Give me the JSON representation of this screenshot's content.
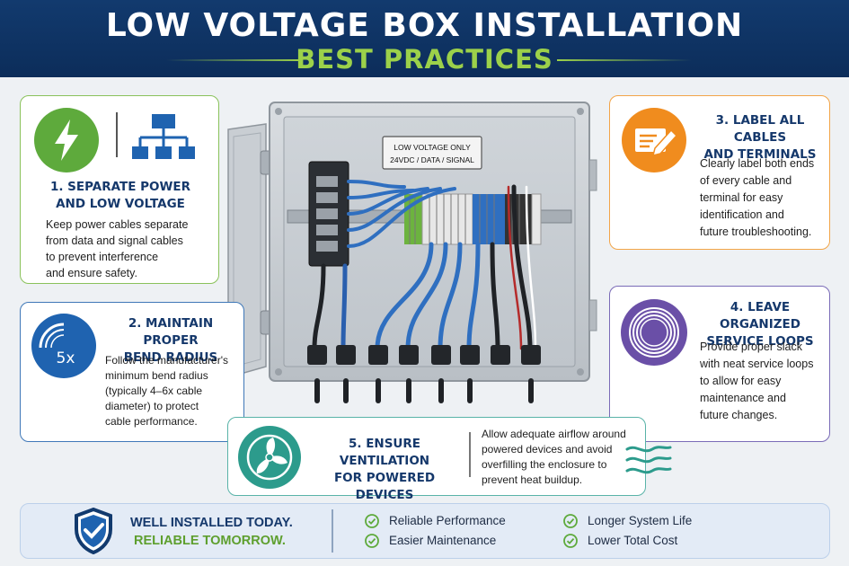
{
  "header": {
    "title": "LOW VOLTAGE BOX INSTALLATION",
    "subtitle": "BEST PRACTICES"
  },
  "enclosure": {
    "label_line1": "LOW VOLTAGE ONLY",
    "label_line2": "24VDC / DATA / SIGNAL"
  },
  "cards": {
    "separate": {
      "title_line1": "1. SEPARATE POWER",
      "title_line2": "AND LOW VOLTAGE",
      "body": [
        "Keep power cables separate",
        "from data and signal cables",
        "to prevent interference",
        "and ensure safety."
      ]
    },
    "bend": {
      "title_line1": "2. MAINTAIN PROPER",
      "title_line2": "BEND RADIUS",
      "icon_text": "5x",
      "body": [
        "Follow the manufacturer's",
        "minimum bend radius",
        "(typically 4–6x cable",
        "diameter) to protect",
        "cable performance."
      ]
    },
    "label": {
      "title_line1": "3. LABEL ALL CABLES",
      "title_line2": "AND TERMINALS",
      "body": [
        "Clearly label both ends",
        "of every cable and",
        "terminal for easy",
        "identification and",
        "future troubleshooting."
      ]
    },
    "loops": {
      "title_line1": "4. LEAVE ORGANIZED",
      "title_line2": "SERVICE LOOPS",
      "body": [
        "Provide proper slack",
        "with neat service loops",
        "to allow for easy",
        "maintenance and",
        "future changes."
      ]
    },
    "ventilation": {
      "title_line1": "5. ENSURE VENTILATION",
      "title_line2": "FOR POWERED DEVICES",
      "body": [
        "Allow adequate airflow around",
        "powered devices and avoid",
        "overfilling the enclosure to",
        "prevent heat buildup."
      ]
    }
  },
  "footer": {
    "line1": "WELL INSTALLED TODAY.",
    "line2": "RELIABLE TOMORROW.",
    "benefits": [
      "Reliable Performance",
      "Easier Maintenance",
      "Longer System Life",
      "Lower Total Cost"
    ]
  },
  "colors": {
    "navy": "#123a6e",
    "green": "#9cd14a",
    "card1_green": "#5eaa3c",
    "card2_blue": "#1f63b0",
    "card3_orange": "#f08c1e",
    "card4_purple": "#6a4fa7",
    "card5_teal": "#2c9b8c"
  },
  "icons": [
    "lightning-icon",
    "network-icon",
    "bend-radius-icon",
    "edit-label-icon",
    "coil-icon",
    "fan-icon",
    "airflow-icon",
    "shield-check-icon",
    "check-circle-icon"
  ]
}
